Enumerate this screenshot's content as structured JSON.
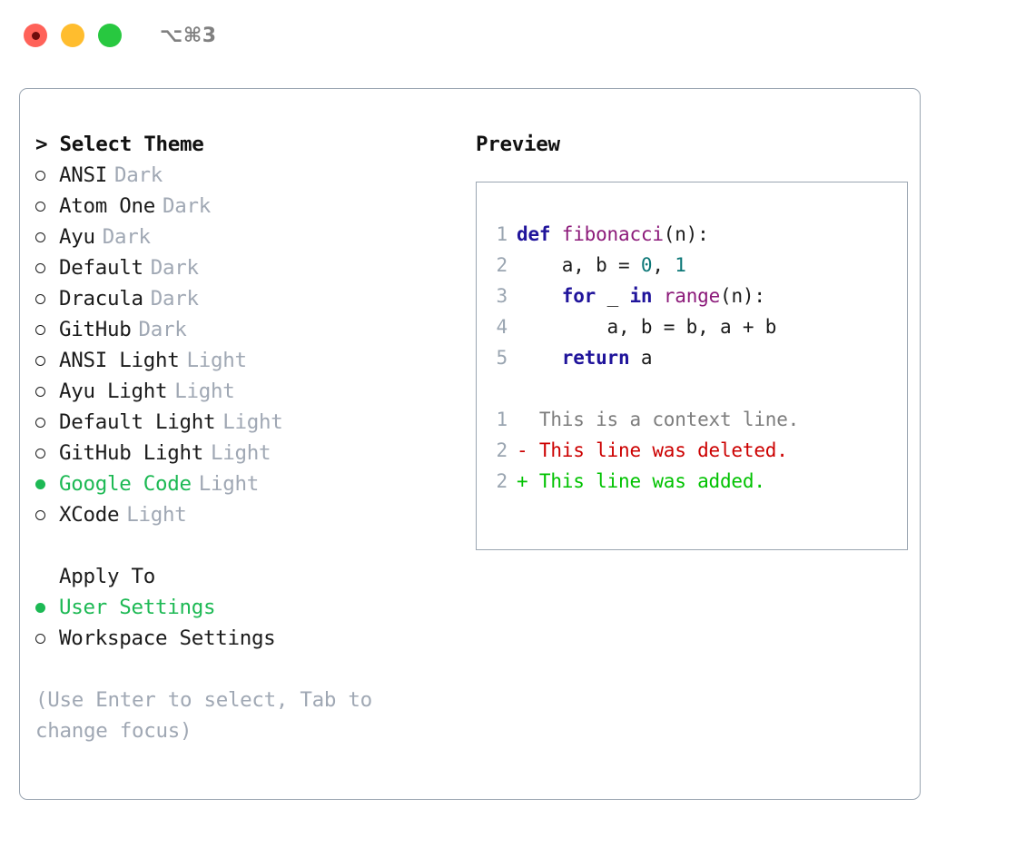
{
  "window": {
    "shortcut": "⌥⌘3",
    "traffic_lights": [
      {
        "name": "close",
        "color": "#ff6259",
        "recording": true
      },
      {
        "name": "minimize",
        "color": "#ffbd2e",
        "recording": false
      },
      {
        "name": "maximize",
        "color": "#28c840",
        "recording": false
      }
    ]
  },
  "theme_picker": {
    "heading": "> Select Theme",
    "items": [
      {
        "name": "ANSI",
        "tag": "Dark",
        "selected": false
      },
      {
        "name": "Atom One",
        "tag": "Dark",
        "selected": false
      },
      {
        "name": "Ayu",
        "tag": "Dark",
        "selected": false
      },
      {
        "name": "Default",
        "tag": "Dark",
        "selected": false
      },
      {
        "name": "Dracula",
        "tag": "Dark",
        "selected": false
      },
      {
        "name": "GitHub",
        "tag": "Dark",
        "selected": false
      },
      {
        "name": "ANSI Light",
        "tag": "Light",
        "selected": false
      },
      {
        "name": "Ayu Light",
        "tag": "Light",
        "selected": false
      },
      {
        "name": "Default Light",
        "tag": "Light",
        "selected": false
      },
      {
        "name": "GitHub Light",
        "tag": "Light",
        "selected": false
      },
      {
        "name": "Google Code",
        "tag": "Light",
        "selected": true
      },
      {
        "name": "XCode",
        "tag": "Light",
        "selected": false
      }
    ]
  },
  "apply_to": {
    "label": "Apply To",
    "items": [
      {
        "name": "User Settings",
        "selected": true
      },
      {
        "name": "Workspace Settings",
        "selected": false
      }
    ]
  },
  "hint": "(Use Enter to select, Tab to change focus)",
  "preview": {
    "title": "Preview",
    "code_lines": [
      {
        "num": "1",
        "tokens": [
          {
            "t": "def ",
            "k": "kw"
          },
          {
            "t": "fibonacci",
            "k": "fn"
          },
          {
            "t": "(n):",
            "k": "plain"
          }
        ]
      },
      {
        "num": "2",
        "tokens": [
          {
            "t": "    a, b = ",
            "k": "plain"
          },
          {
            "t": "0",
            "k": "num"
          },
          {
            "t": ", ",
            "k": "plain"
          },
          {
            "t": "1",
            "k": "num"
          }
        ]
      },
      {
        "num": "3",
        "tokens": [
          {
            "t": "    ",
            "k": "plain"
          },
          {
            "t": "for",
            "k": "kw"
          },
          {
            "t": " _ ",
            "k": "plain"
          },
          {
            "t": "in",
            "k": "kw"
          },
          {
            "t": " ",
            "k": "plain"
          },
          {
            "t": "range",
            "k": "fn"
          },
          {
            "t": "(n):",
            "k": "plain"
          }
        ]
      },
      {
        "num": "4",
        "tokens": [
          {
            "t": "        a, b = b, a + b",
            "k": "plain"
          }
        ]
      },
      {
        "num": "5",
        "tokens": [
          {
            "t": "    ",
            "k": "plain"
          },
          {
            "t": "return",
            "k": "kw"
          },
          {
            "t": " a",
            "k": "plain"
          }
        ]
      }
    ],
    "diff_lines": [
      {
        "num": "1",
        "marker": " ",
        "text": "This is a context line.",
        "kind": "ctx"
      },
      {
        "num": "2",
        "marker": "-",
        "text": "This line was deleted.",
        "kind": "del"
      },
      {
        "num": "2",
        "marker": "+",
        "text": "This line was added.",
        "kind": "add"
      }
    ]
  },
  "colors": {
    "accent_green": "#1db954",
    "muted": "#a0a8b4",
    "border": "#9aa5b1",
    "keyword": "#20149b",
    "function": "#8c1a7a",
    "number": "#0c7777",
    "diff_deleted": "#cc0000",
    "diff_added": "#00c200"
  }
}
